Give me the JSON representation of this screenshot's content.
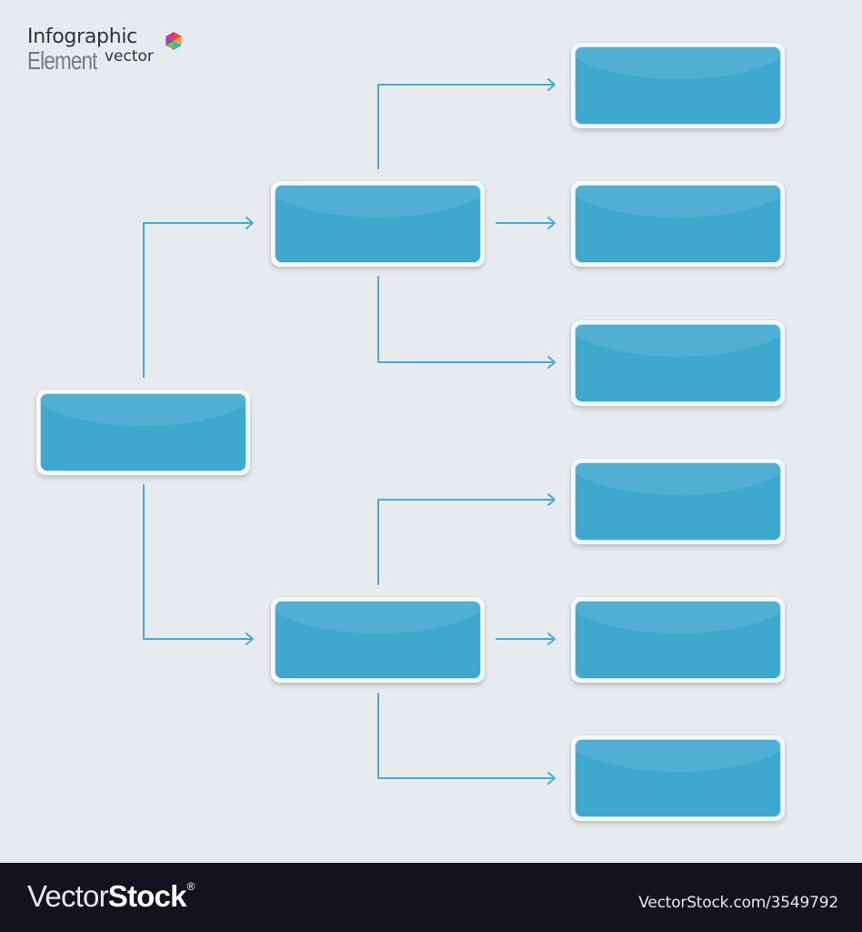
{
  "title": {
    "line1": "Infographic",
    "line2_main": "Element",
    "line2_sub": "vector",
    "icon": "color-hexagon-icon"
  },
  "diagram": {
    "type": "hierarchy-flowchart",
    "accent_color": "#3fa8cf",
    "connector_color": "#4aabd0",
    "background_color": "#e8ebee",
    "nodes": [
      {
        "id": "root",
        "label": "",
        "level": 0
      },
      {
        "id": "branch-1",
        "label": "",
        "level": 1,
        "parent": "root"
      },
      {
        "id": "branch-2",
        "label": "",
        "level": 1,
        "parent": "root"
      },
      {
        "id": "leaf-1",
        "label": "",
        "level": 2,
        "parent": "branch-1"
      },
      {
        "id": "leaf-2",
        "label": "",
        "level": 2,
        "parent": "branch-1"
      },
      {
        "id": "leaf-3",
        "label": "",
        "level": 2,
        "parent": "branch-1"
      },
      {
        "id": "leaf-4",
        "label": "",
        "level": 2,
        "parent": "branch-2"
      },
      {
        "id": "leaf-5",
        "label": "",
        "level": 2,
        "parent": "branch-2"
      },
      {
        "id": "leaf-6",
        "label": "",
        "level": 2,
        "parent": "branch-2"
      }
    ]
  },
  "footer": {
    "brand_thin": "Vector",
    "brand_bold": "Stock",
    "registered": "®",
    "url": "VectorStock.com/3549792",
    "background_color": "#12131f"
  }
}
